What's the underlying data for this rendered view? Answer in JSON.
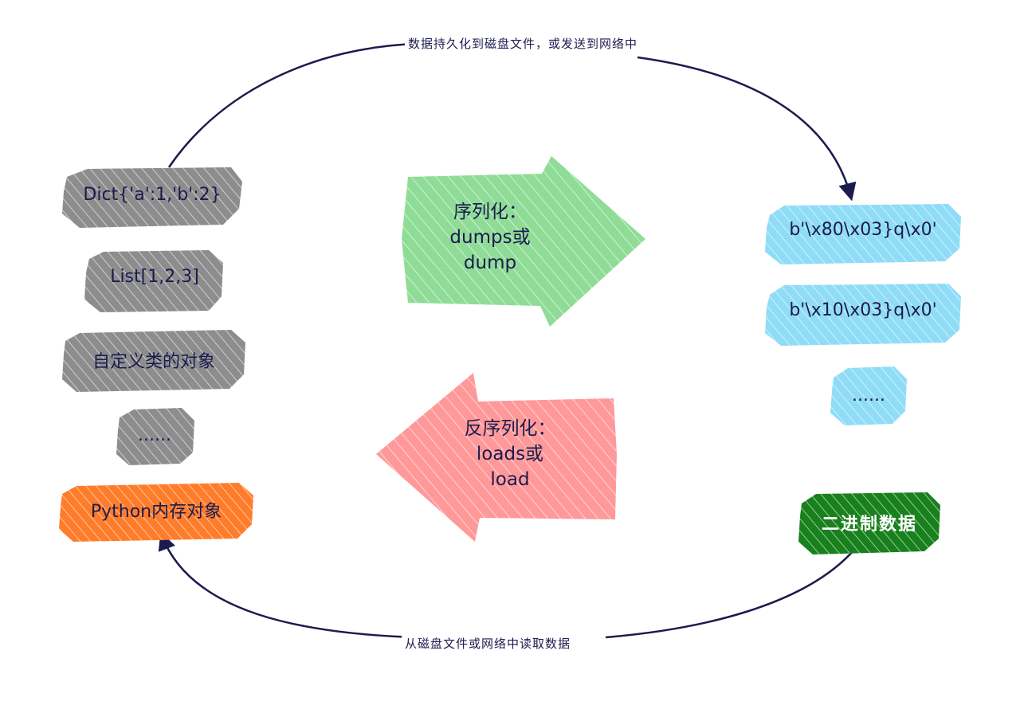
{
  "colors": {
    "gray": "#8d8d8d",
    "orange": "#ff7c2a",
    "light_blue": "#8fdcf7",
    "dark_green": "#18801c",
    "green": "#8fdc97",
    "pink": "#ff9999",
    "ink": "#1c1b4f"
  },
  "left_items": [
    "Dict{'a':1,'b':2}",
    "List[1,2,3]",
    "自定义类的对象",
    "......"
  ],
  "left_group_label": "Python内存对象",
  "right_items": [
    "b'\\x80\\x03}q\\x0'",
    "b'\\x10\\x03}q\\x0'",
    "......"
  ],
  "right_group_label": "二进制数据",
  "serialize": {
    "line1": "序列化：",
    "line2": "dumps或",
    "line3": "dump"
  },
  "deserialize": {
    "line1": "反序列化：",
    "line2": "loads或",
    "line3": "load"
  },
  "edges": {
    "top": "数据持久化到磁盘文件，或发送到网络中",
    "bottom": "从磁盘文件或网络中读取数据"
  }
}
